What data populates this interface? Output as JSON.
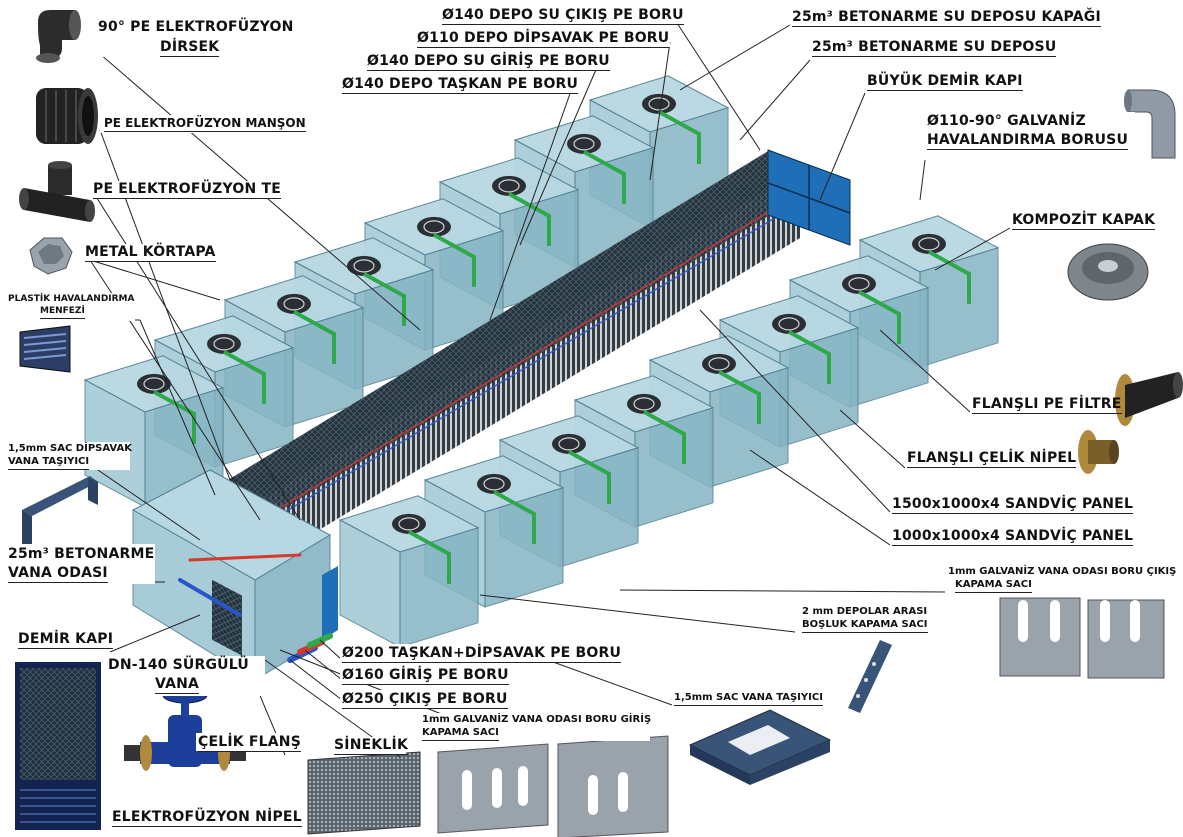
{
  "labels": {
    "dirsek": "90° PE ELEKTROFÜZYON",
    "dirsek2": "DİRSEK",
    "manson": "PE ELEKTROFÜZYON MANŞON",
    "te": "PE ELEKTROFÜZYON TE",
    "kortapa": "METAL KÖRTAPA",
    "menfez1": "PLASTİK HAVALANDIRMA",
    "menfez2": "MENFEZİ",
    "sac_dipsavak1": "1,5mm SAC DİPSAVAK",
    "sac_dipsavak2": "VANA TAŞIYICI",
    "vana_odasi1": "25m³ BETONARME",
    "vana_odasi2": "VANA ODASI",
    "demir_kapi": "DEMİR KAPI",
    "surgulu1": "DN-140 SÜRGÜLÜ",
    "surgulu2": "VANA",
    "celik_flans": "ÇELİK FLANŞ",
    "elektrofuzyon_nipel": "ELEKTROFÜZYON NİPEL",
    "sineklik": "SİNEKLİK",
    "vana_giris1": "1mm GALVANİZ VANA ODASI BORU GİRİŞ",
    "vana_giris2": "KAPAMA SACI",
    "cikis_250": "Ø250 ÇIKIŞ PE BORU",
    "giris_160": "Ø160 GİRİŞ PE BORU",
    "taskan_200": "Ø200 TAŞKAN+DİPSAVAK PE BORU",
    "sac_vana_tasiyici": "1,5mm SAC VANA TAŞIYICI",
    "depolar_arasi1": "2 mm DEPOLAR ARASI",
    "depolar_arasi2": "BOŞLUK KAPAMA SACI",
    "vana_cikis1": "1mm GALVANİZ VANA ODASI BORU ÇIKIŞ",
    "vana_cikis2": "KAPAMA SACI",
    "panel_1000": "1000x1000x4 SANDVİÇ PANEL",
    "panel_1500": "1500x1000x4 SANDVİÇ PANEL",
    "celik_nipel": "FLANŞLI ÇELİK NİPEL",
    "pe_filtre": "FLANŞLI PE FİLTRE",
    "kompozit": "KOMPOZİT KAPAK",
    "galvaniz1": "Ø110-90° GALVANİZ",
    "galvaniz2": "HAVALANDIRMA BORUSU",
    "buyuk_kapi": "BÜYÜK DEMİR KAPI",
    "su_deposu": "25m³ BETONARME SU DEPOSU",
    "depo_kapagi": "25m³ BETONARME SU DEPOSU KAPAĞI",
    "depo_cikis": "Ø140 DEPO SU ÇIKIŞ PE BORU",
    "dipsavak_110": "Ø110 DEPO DİPSAVAK PE BORU",
    "depo_giris": "Ø140 DEPO SU GİRİŞ PE BORU",
    "depo_taskan": "Ø140 DEPO TAŞKAN PE BORU"
  },
  "colors": {
    "tank_fill": "#9fc7d3",
    "tank_top": "#b7d8e2",
    "tank_side": "#86b4c3",
    "tank_edge": "#4f7f90",
    "pipe_green": "#2fa84a",
    "pipe_red": "#d63a2e",
    "pipe_blue": "#2a56c8",
    "panel_dark": "#1f2a30",
    "door_blue": "#1f6fb8",
    "valve_blue": "#1d3f9a",
    "metal_grey": "#8f9aa6"
  }
}
